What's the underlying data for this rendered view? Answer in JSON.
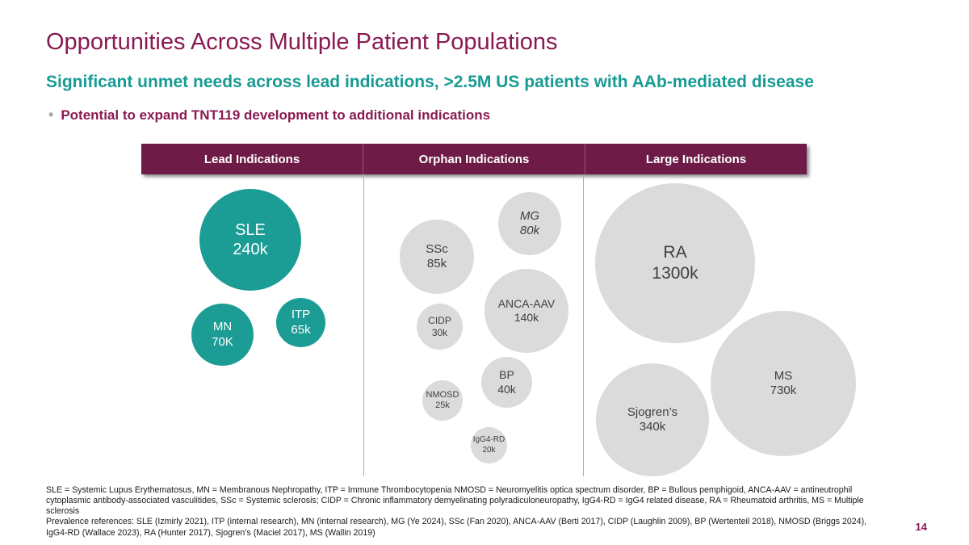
{
  "slide": {
    "title": "Opportunities Across Multiple Patient Populations",
    "subtitle": "Significant unmet needs across lead indications, >2.5M US patients with AAb-mediated disease",
    "bullet_marker": "•",
    "bullet": "Potential to expand TNT119 development to additional indications",
    "page_number": "14"
  },
  "header": {
    "columns": [
      {
        "label": "Lead Indications"
      },
      {
        "label": "Orphan Indications"
      },
      {
        "label": "Large Indications"
      }
    ]
  },
  "colors": {
    "accent_maroon": "#8A1A52",
    "band_maroon": "#6E1B48",
    "teal": "#1B9C95",
    "bubble_gray": "#DBDBDB",
    "subtitle_teal": "#189B94"
  },
  "chart_data": {
    "type": "bubble",
    "title": "Opportunities Across Multiple Patient Populations",
    "groups": [
      "Lead Indications",
      "Orphan Indications",
      "Large Indications"
    ],
    "value_unit": "US patients (thousands)",
    "bubbles": [
      {
        "group": "Lead Indications",
        "name": "SLE",
        "value": "240k",
        "patients_k": 240,
        "color": "teal"
      },
      {
        "group": "Lead Indications",
        "name": "MN",
        "value": "70K",
        "patients_k": 70,
        "color": "teal"
      },
      {
        "group": "Lead Indications",
        "name": "ITP",
        "value": "65k",
        "patients_k": 65,
        "color": "teal"
      },
      {
        "group": "Orphan Indications",
        "name": "SSc",
        "value": "85k",
        "patients_k": 85,
        "color": "gray"
      },
      {
        "group": "Orphan Indications",
        "name": "MG",
        "value": "80k",
        "patients_k": 80,
        "color": "gray"
      },
      {
        "group": "Orphan Indications",
        "name": "ANCA-AAV",
        "value": "140k",
        "patients_k": 140,
        "color": "gray"
      },
      {
        "group": "Orphan Indications",
        "name": "CIDP",
        "value": "30k",
        "patients_k": 30,
        "color": "gray"
      },
      {
        "group": "Orphan Indications",
        "name": "BP",
        "value": "40k",
        "patients_k": 40,
        "color": "gray"
      },
      {
        "group": "Orphan Indications",
        "name": "NMOSD",
        "value": "25k",
        "patients_k": 25,
        "color": "gray"
      },
      {
        "group": "Orphan Indications",
        "name": "IgG4-RD",
        "value": "20k",
        "patients_k": 20,
        "color": "gray"
      },
      {
        "group": "Large Indications",
        "name": "RA",
        "value": "1300k",
        "patients_k": 1300,
        "color": "gray"
      },
      {
        "group": "Large Indications",
        "name": "Sjogren’s",
        "value": "340k",
        "patients_k": 340,
        "color": "gray"
      },
      {
        "group": "Large Indications",
        "name": "MS",
        "value": "730k",
        "patients_k": 730,
        "color": "gray"
      }
    ]
  },
  "footnotes": {
    "abbreviations": "SLE = Systemic Lupus Erythematosus, MN = Membranous Nephropathy, ITP = Immune Thrombocytopenia NMOSD = Neuromyelitis optica spectrum disorder, BP = Bullous pemphigoid, ANCA-AAV = antineutrophil cytoplasmic antibody-associated vasculitides, SSc = Systemic sclerosis; CIDP = Chronic inflammatory demyelinating polyradiculoneuropathy, IgG4-RD = IgG4 related disease, RA = Rheumatoid arthritis, MS = Multiple sclerosis",
    "references": "Prevalence references: SLE (Izmirly 2021), ITP (internal research), MN (internal research), MG (Ye 2024), SSc (Fan 2020), ANCA-AAV (Berti 2017), CIDP (Laughlin 2009), BP (Wertenteil 2018), NMOSD (Briggs 2024), IgG4-RD (Wallace 2023), RA (Hunter 2017),  Sjogren’s (Maciel 2017), MS (Wallin 2019)"
  }
}
